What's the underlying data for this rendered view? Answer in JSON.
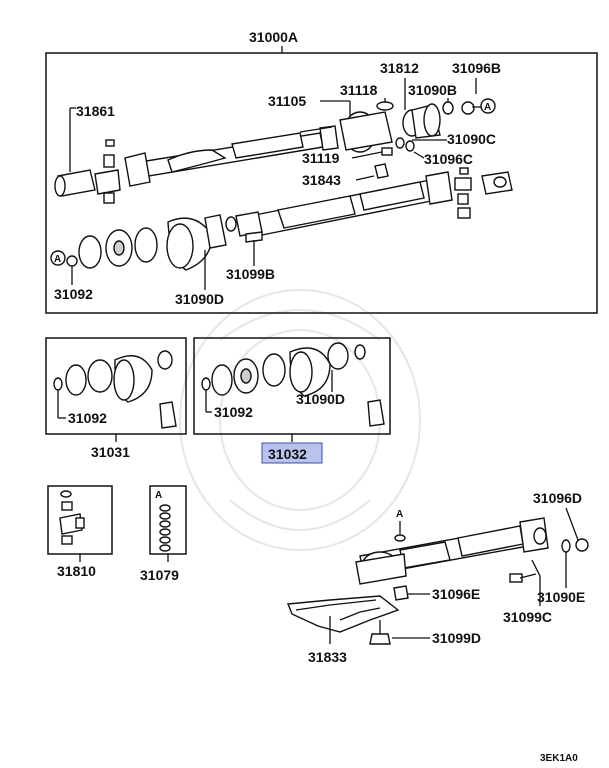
{
  "diagram": {
    "labels": {
      "p31000A": "31000A",
      "p31861": "31861",
      "p31812": "31812",
      "p31096B": "31096B",
      "p31105": "31105",
      "p31118": "31118",
      "p31090B": "31090B",
      "p31090C": "31090C",
      "p31119": "31119",
      "p31096C": "31096C",
      "p31843": "31843",
      "p31092_top": "31092",
      "p31099B": "31099B",
      "p31090D_top": "31090D",
      "p31092_l": "31092",
      "p31031": "31031",
      "p31092_r": "31092",
      "p31090D_r": "31090D",
      "p31032": "31032",
      "p31810": "31810",
      "p31079": "31079",
      "p31096D": "31096D",
      "p31096E": "31096E",
      "p31090E": "31090E",
      "p31099C": "31099C",
      "p31833": "31833",
      "p31099D": "31099D",
      "ref_A1": "A",
      "ref_A2": "A",
      "ref_A3": "A",
      "ref_A4": "A",
      "code": "3EK1A0"
    },
    "highlight_color": "#b9c3ee"
  }
}
